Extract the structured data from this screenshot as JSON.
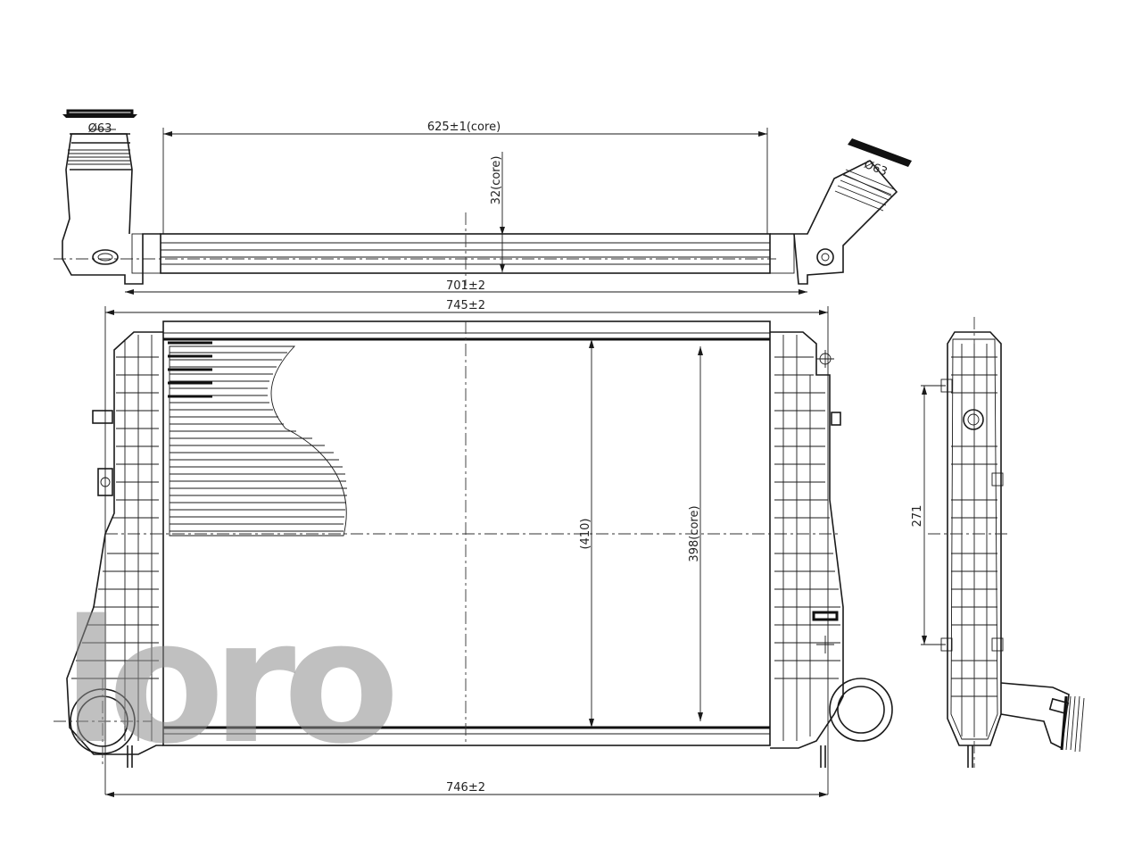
{
  "top_view": {
    "core_width_label": "625±1(core)",
    "core_thickness_label": "32(core)",
    "left_pipe_diameter_label": "Ø63",
    "right_pipe_diameter_label": "Ø63"
  },
  "front_view": {
    "overall_width_701_label": "701±2",
    "overall_width_745_label": "745±2",
    "bottom_width_label": "746±2",
    "height_label": "(410)",
    "core_height_label": "398(core)"
  },
  "side_view": {
    "mount_height_label": "271"
  },
  "watermark": {
    "brand": "loro"
  }
}
